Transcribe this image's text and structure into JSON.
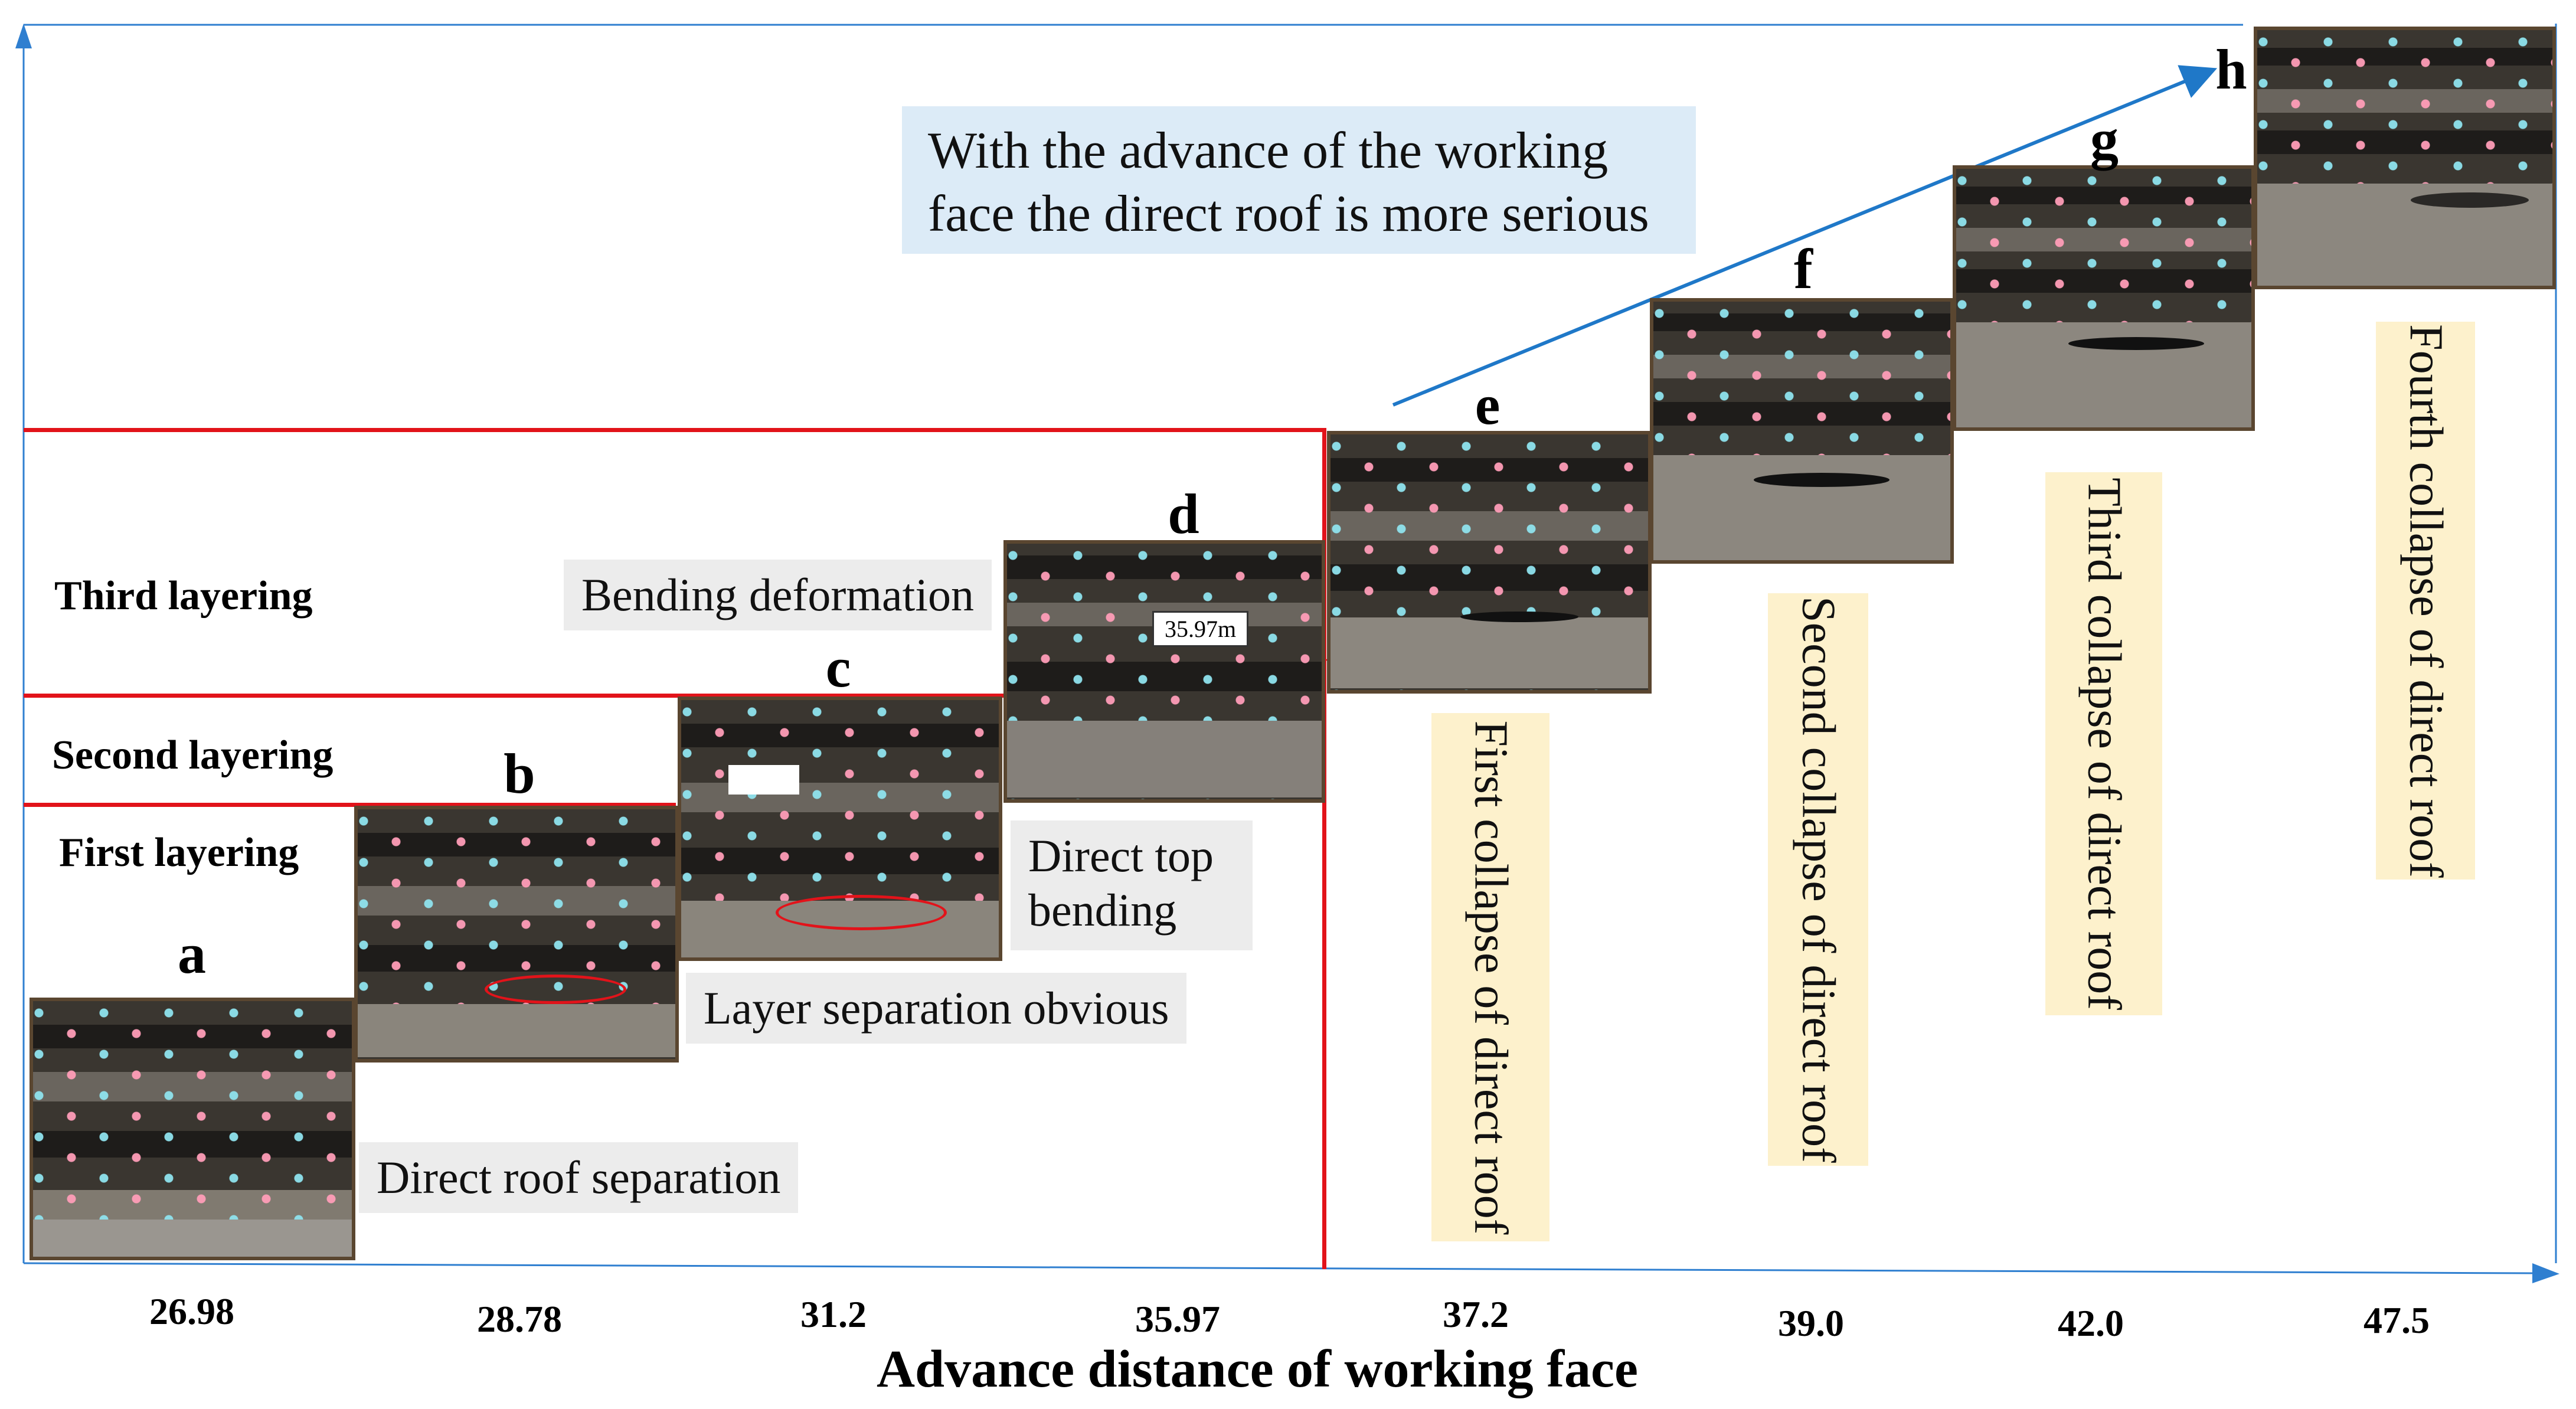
{
  "axis": {
    "x_title": "Advance distance of working face",
    "ticks": [
      "26.98",
      "28.78",
      "31.2",
      "35.97",
      "37.2",
      "39.0",
      "42.0",
      "47.5"
    ]
  },
  "layers": {
    "first": "First layering",
    "second": "Second layering",
    "third": "Third layering"
  },
  "stages": {
    "a": {
      "letter": "a",
      "caption": "Direct roof separation"
    },
    "b": {
      "letter": "b",
      "caption": "Layer separation obvious"
    },
    "c": {
      "letter": "c",
      "caption": "Bending deformation"
    },
    "d": {
      "letter": "d",
      "caption_line1": "Direct top",
      "caption_line2": "bending",
      "measure": "35.97m"
    },
    "e": {
      "letter": "e",
      "caption": "First collapse of direct roof"
    },
    "f": {
      "letter": "f",
      "caption": "Second collapse of direct roof"
    },
    "g": {
      "letter": "g",
      "caption": "Third collapse of direct roof"
    },
    "h": {
      "letter": "h",
      "caption": "Fourth collapse of direct roof"
    }
  },
  "note": {
    "line1": "With the advance of the working",
    "line2": "face  the direct roof is more serious"
  },
  "colors": {
    "red": "#e2131a",
    "arrow_blue": "#1f78c8",
    "gray_box": "#ececec",
    "blue_box": "#dcebf7",
    "yellow_box": "#fdf1cc"
  }
}
